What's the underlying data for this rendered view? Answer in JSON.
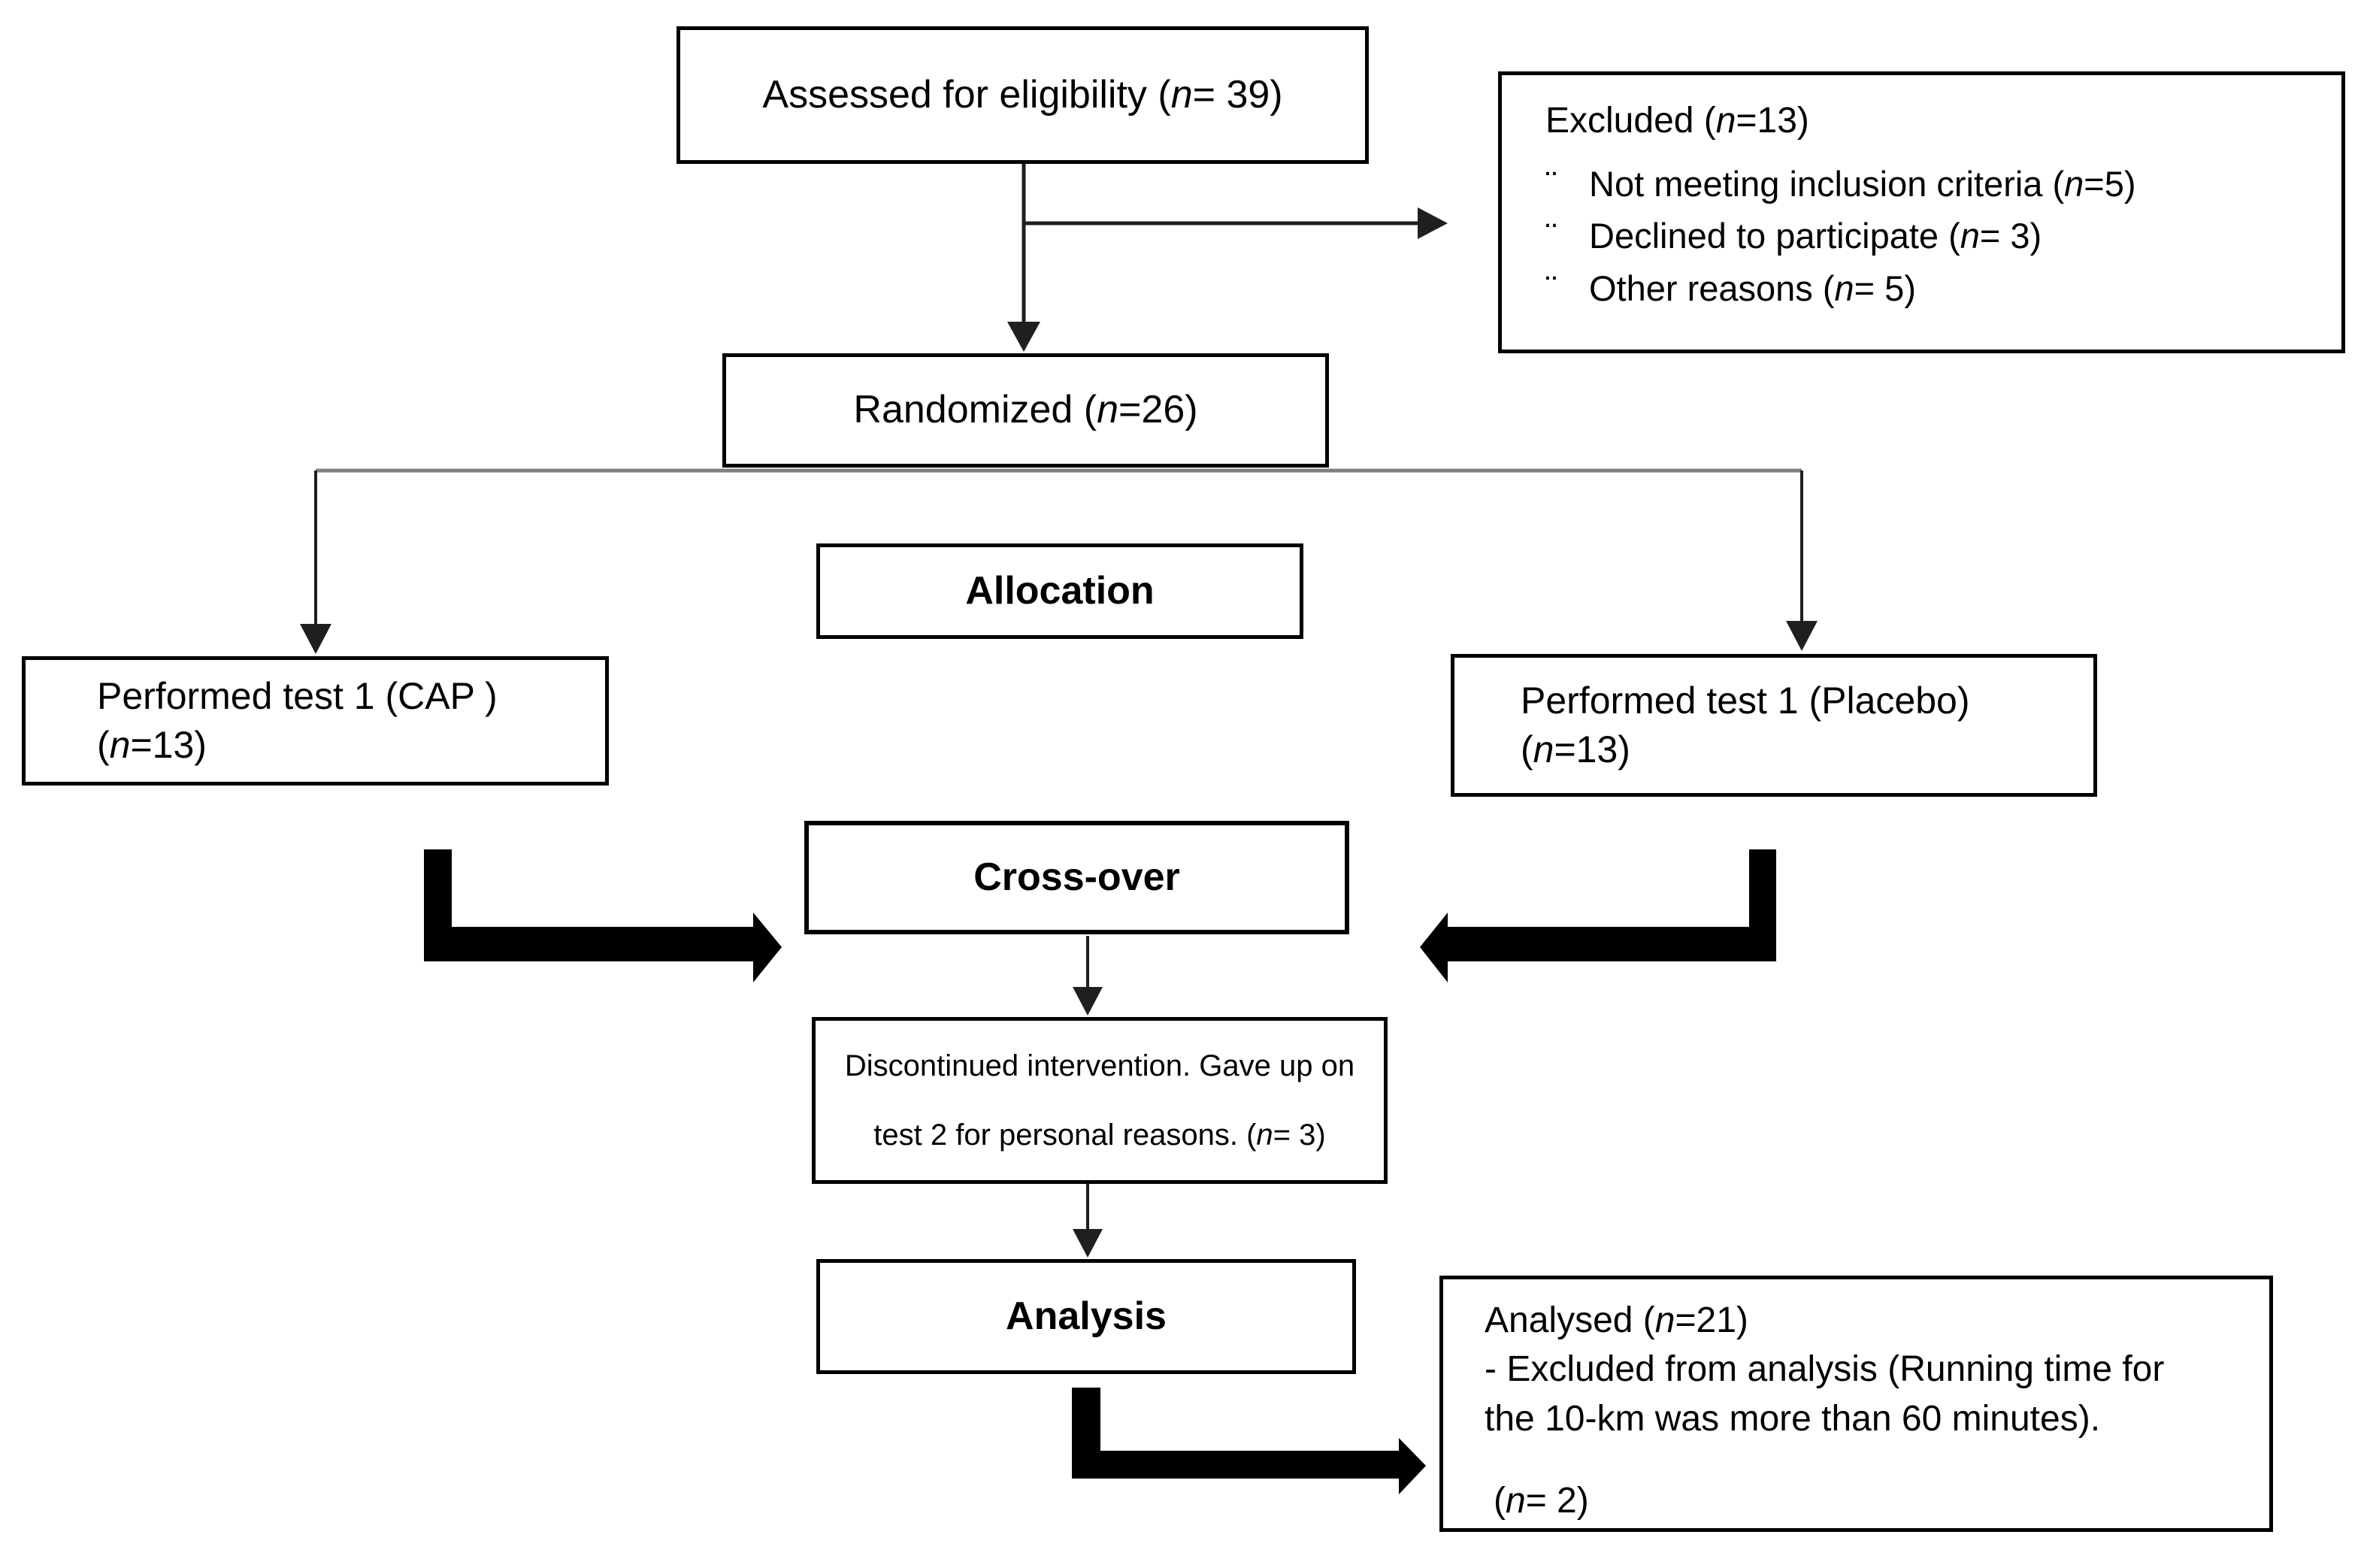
{
  "figure": {
    "type": "consort-flow-diagram",
    "colors": {
      "background": "#ffffff",
      "box_border": "#000000",
      "text": "#000000",
      "thin_connector": "#1f1f1f",
      "branch_line": "#808080",
      "thick_arrow": "#000000"
    },
    "boxes": {
      "assessed": {
        "text": "Assessed for eligibility (n= 39)"
      },
      "excluded": {
        "title": "Excluded  (n=13)",
        "bullet_char": "¨",
        "bullets": [
          "Not meeting inclusion criteria (n=5)",
          "Declined to participate (n= 3)",
          "Other reasons (n= 5)"
        ]
      },
      "randomized": {
        "text": "Randomized (n=26)"
      },
      "allocation": {
        "text": "Allocation"
      },
      "performed_cap": {
        "line1": "Performed test 1 (CAP )",
        "line2": "(n=13)"
      },
      "performed_placebo": {
        "line1": "Performed test 1 (Placebo)",
        "line2": "(n=13)"
      },
      "crossover": {
        "text": "Cross-over"
      },
      "discontinued": {
        "line1": "Discontinued intervention.  Gave up on",
        "line2": "test 2 for personal reasons. (n= 3)"
      },
      "analysis": {
        "text": "Analysis"
      },
      "analysed": {
        "line1": "Analysed  (n=21)",
        "line2": "- Excluded from analysis (Running time for",
        "line3": "the 10-km was more than 60 minutes).",
        "line4": "(n= 2)"
      }
    }
  }
}
